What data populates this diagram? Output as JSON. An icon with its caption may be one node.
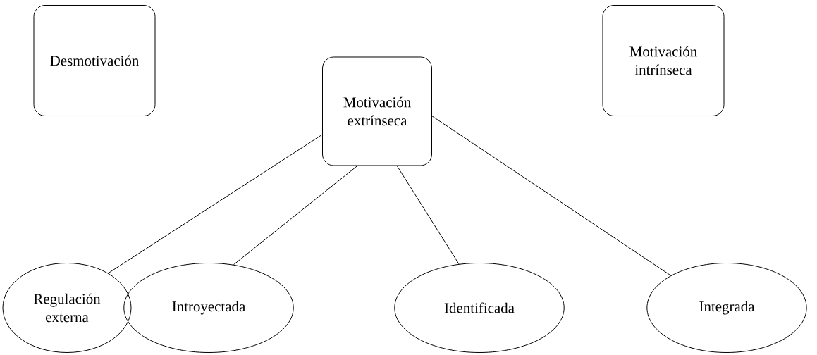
{
  "diagram": {
    "nodes": [
      {
        "text": [
          "Desmotivación"
        ]
      },
      {
        "text": [
          "Motivación extrínseca"
        ]
      },
      {
        "text": [
          "Motivación intrínseca"
        ]
      },
      {
        "text": [
          "Regulación externa"
        ]
      },
      {
        "text": [
          "Introyectada"
        ]
      },
      {
        "text": [
          "Identificada"
        ]
      },
      {
        "text": [
          "Integrada"
        ]
      }
    ],
    "edges": [
      {
        "from": 1,
        "to": 3,
        "arrow": "none"
      },
      {
        "from": 1,
        "to": 4,
        "arrow": "none"
      },
      {
        "from": 1,
        "to": 5,
        "arrow": "none"
      },
      {
        "from": 1,
        "to": 6,
        "arrow": "none"
      }
    ]
  }
}
